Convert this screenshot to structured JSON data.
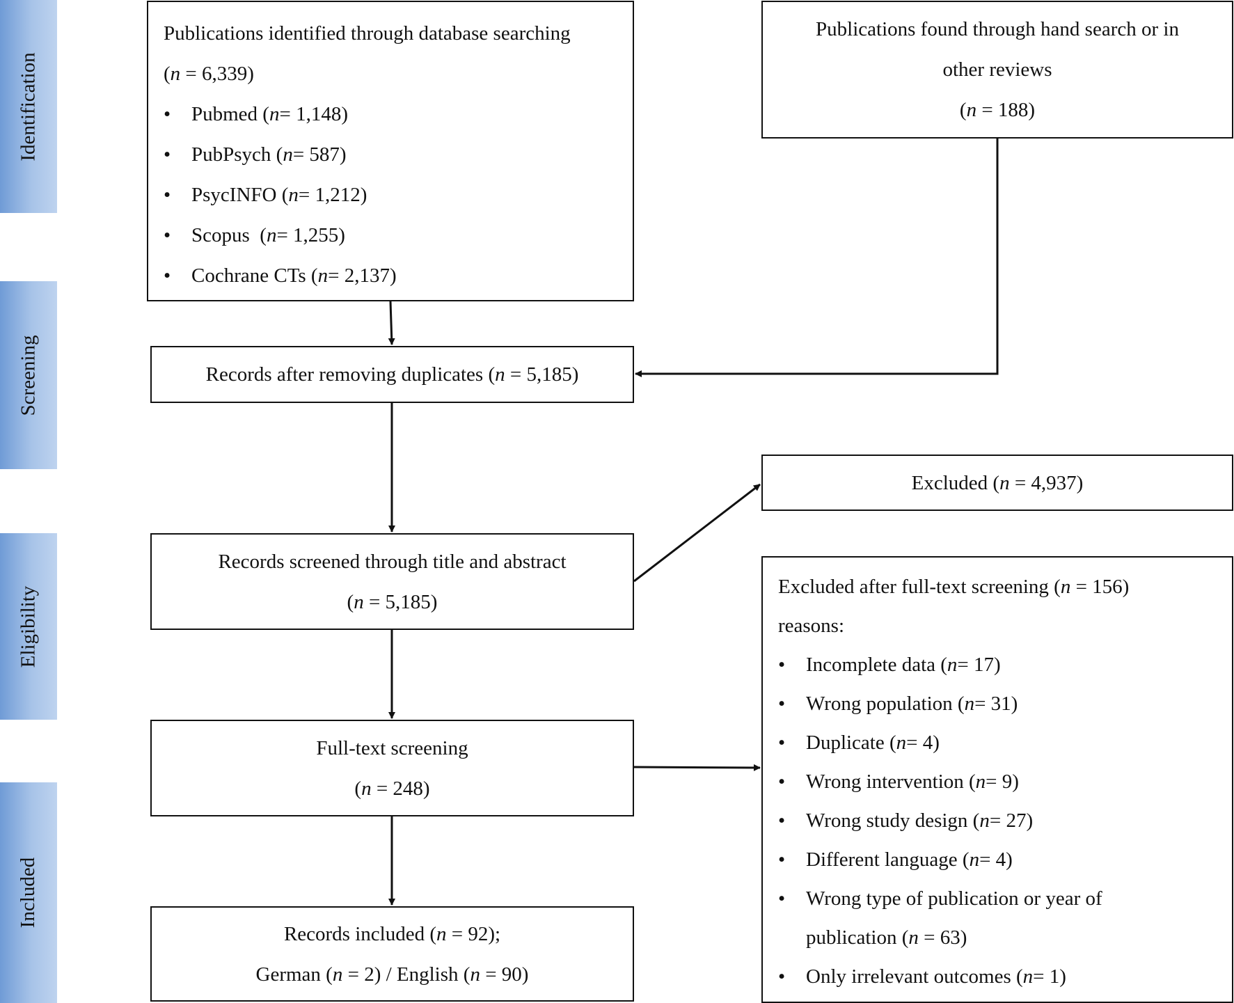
{
  "stages": [
    "Identification",
    "Screening",
    "Eligibility",
    "Included"
  ],
  "boxes": {
    "database": {
      "title": "Publications identified through database searching",
      "total_open": "(",
      "total_n": "n",
      "total_rest": " = 6,339)",
      "sources": [
        {
          "name": "Pubmed (",
          "n": "n",
          "rest": " = 1,148)"
        },
        {
          "name": "PubPsych (",
          "n": "n",
          "rest": " = 587)"
        },
        {
          "name": "PsycINFO (",
          "n": "n",
          "rest": " = 1,212)"
        },
        {
          "name": "Scopus  (",
          "n": "n",
          "rest": " = 1,255)"
        },
        {
          "name": "Cochrane CTs (",
          "n": "n",
          "rest": " = 2,137)"
        }
      ]
    },
    "hand_search": {
      "line1": "Publications found through hand search or in",
      "line2": "other reviews",
      "count_open": "(",
      "count_n": "n",
      "count_rest": " = 188)"
    },
    "duplicates": {
      "label": "Records after removing duplicates (",
      "n": "n",
      "rest": " = 5,185)"
    },
    "excluded": {
      "label": "Excluded (",
      "n": "n",
      "rest": " = 4,937)"
    },
    "title_abstract": {
      "line1": "Records screened through title and abstract",
      "open": "(",
      "n": "n",
      "rest": " = 5,185)"
    },
    "fulltext_excluded": {
      "title": "Excluded after full-text screening (",
      "title_n": "n",
      "title_rest": " = 156)",
      "subtitle": "reasons:",
      "reasons": [
        {
          "label": "Incomplete data (",
          "n": "n",
          "rest": " = 17)"
        },
        {
          "label": "Wrong population (",
          "n": "n",
          "rest": " = 31)"
        },
        {
          "label": "Duplicate (",
          "n": "n",
          "rest": " = 4)"
        },
        {
          "label": "Wrong intervention (",
          "n": "n",
          "rest": " = 9)"
        },
        {
          "label": "Wrong study design (",
          "n": "n",
          "rest": " = 27)"
        },
        {
          "label": "Different language (",
          "n": "n",
          "rest": " = 4)"
        }
      ],
      "long_reason_line1": "Wrong type of publication or year of",
      "long_reason_line2": "publication (",
      "long_reason_n": "n",
      "long_reason_rest": " = 63)",
      "last_reason": {
        "label": "Only irrelevant outcomes (",
        "n": "n",
        "rest": " = 1)"
      }
    },
    "fulltext": {
      "line1": "Full-text screening",
      "open": "(",
      "n": "n",
      "rest": " = 248)"
    },
    "included": {
      "line1": "Records included (",
      "line1_n": "n",
      "line1_rest": " = 92);",
      "german": "German (",
      "german_n": "n",
      "german_rest": " = 2) / English (",
      "english_n": "n",
      "english_rest": " = 90)"
    }
  },
  "bullet_char": "•",
  "colors": {
    "stage_tab_start": "#6f9bd6",
    "stage_tab_end": "#bed3ef",
    "stroke": "#111111"
  }
}
